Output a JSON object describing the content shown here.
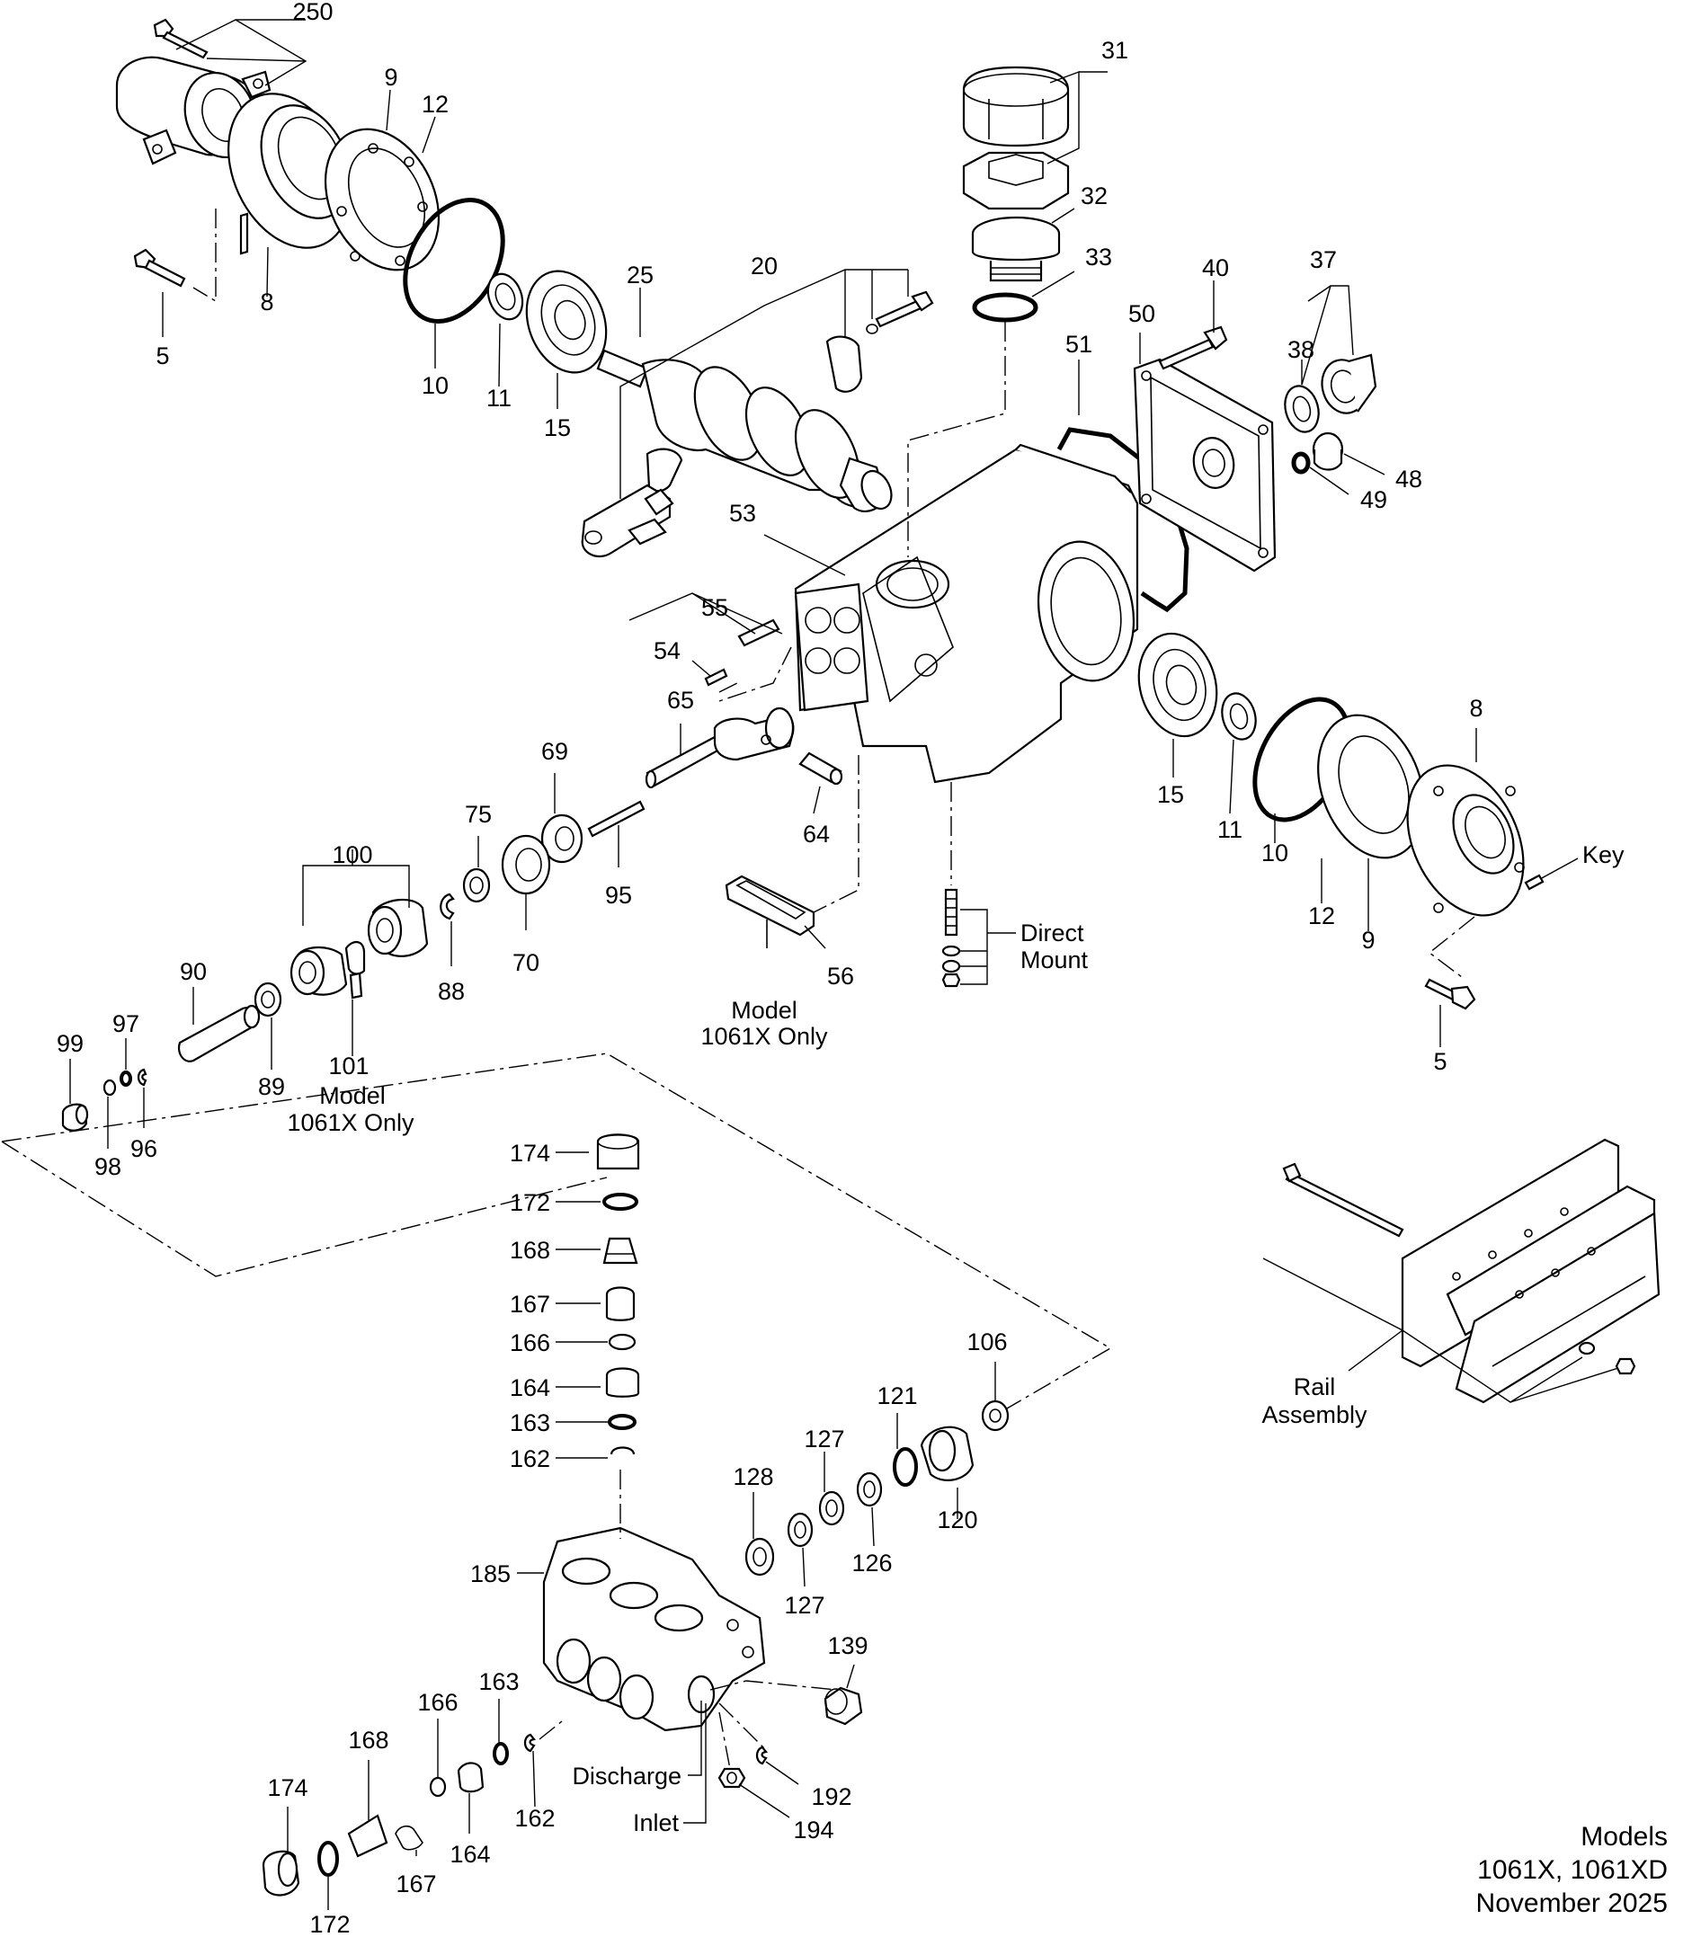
{
  "diagram": {
    "part_numbers": {
      "p250": "250",
      "p9": "9",
      "p12": "12",
      "p8": "8",
      "p5": "5",
      "p10": "10",
      "p11": "11",
      "p15": "15",
      "p25": "25",
      "p20": "20",
      "p31": "31",
      "p32": "32",
      "p33": "33",
      "p40": "40",
      "p37": "37",
      "p50": "50",
      "p51": "51",
      "p38": "38",
      "p48": "48",
      "p49": "49",
      "p53": "53",
      "p55": "55",
      "p54": "54",
      "p65": "65",
      "p64": "64",
      "p69": "69",
      "p75": "75",
      "p100": "100",
      "p95": "95",
      "p70": "70",
      "p88": "88",
      "p90": "90",
      "p89": "89",
      "p101": "101",
      "p97": "97",
      "p99": "99",
      "p98": "98",
      "p96": "96",
      "p56": "56",
      "p15b": "15",
      "p11b": "11",
      "p10b": "10",
      "p12b": "12",
      "p9b": "9",
      "p8b": "8",
      "p5b": "5",
      "p174": "174",
      "p172": "172",
      "p168": "168",
      "p167": "167",
      "p166": "166",
      "p164": "164",
      "p163": "163",
      "p162": "162",
      "p185": "185",
      "p106": "106",
      "p121": "121",
      "p127": "127",
      "p128": "128",
      "p120": "120",
      "p126": "126",
      "p127b": "127",
      "p139": "139",
      "p192": "192",
      "p194": "194",
      "p166b": "166",
      "p168b": "168",
      "p163b": "163",
      "p174b": "174",
      "p164b": "164",
      "p162b": "162",
      "p167b": "167",
      "p172b": "172"
    },
    "labels": {
      "key": "Key",
      "direct_mount_1": "Direct",
      "direct_mount_2": "Mount",
      "model_only_a1": "Model",
      "model_only_a2": "1061X Only",
      "model_only_b1": "Model",
      "model_only_b2": "1061X Only",
      "rail_assembly_1": "Rail",
      "rail_assembly_2": "Assembly",
      "discharge": "Discharge",
      "inlet": "Inlet"
    },
    "footer": {
      "line1": "Models",
      "line2": "1061X, 1061XD",
      "line3": "November 2025"
    }
  }
}
